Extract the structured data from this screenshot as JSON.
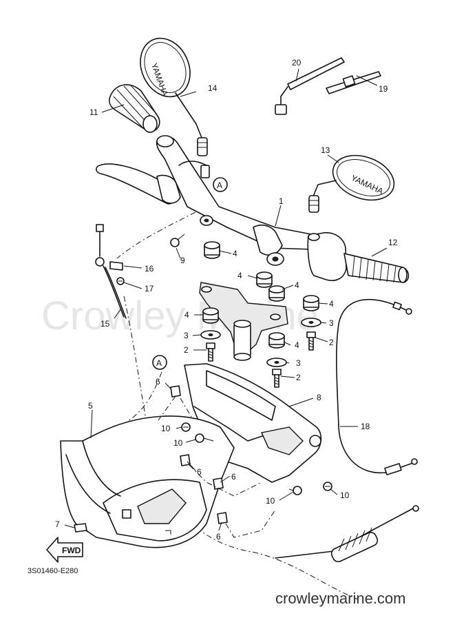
{
  "watermark": "Crowley Marine",
  "diagram_code": "3S01460-E280",
  "site": "crowleymarine.com",
  "fwd_label": "FWD",
  "mirror_brand": "YAMAHA",
  "callout_letter": "A",
  "callouts": [
    {
      "num": "1"
    },
    {
      "num": "2"
    },
    {
      "num": "2"
    },
    {
      "num": "2"
    },
    {
      "num": "3"
    },
    {
      "num": "3"
    },
    {
      "num": "3"
    },
    {
      "num": "4"
    },
    {
      "num": "4"
    },
    {
      "num": "4"
    },
    {
      "num": "4"
    },
    {
      "num": "4"
    },
    {
      "num": "4"
    },
    {
      "num": "5"
    },
    {
      "num": "6"
    },
    {
      "num": "6"
    },
    {
      "num": "6"
    },
    {
      "num": "6"
    },
    {
      "num": "7"
    },
    {
      "num": "8"
    },
    {
      "num": "9"
    },
    {
      "num": "10"
    },
    {
      "num": "10"
    },
    {
      "num": "10"
    },
    {
      "num": "10"
    },
    {
      "num": "11"
    },
    {
      "num": "12"
    },
    {
      "num": "13"
    },
    {
      "num": "14"
    },
    {
      "num": "15"
    },
    {
      "num": "16"
    },
    {
      "num": "17"
    },
    {
      "num": "18"
    },
    {
      "num": "19"
    },
    {
      "num": "20"
    }
  ]
}
